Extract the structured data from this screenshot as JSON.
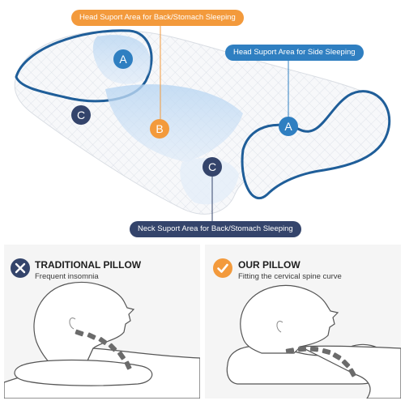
{
  "callouts": {
    "head_back": "Head Suport Area for Back/Stomach Sleeping",
    "head_side": "Head Suport Area for Side Sleeping",
    "neck": "Neck Suport Area for Back/Stomach Sleeping"
  },
  "zones": {
    "a_left": "A",
    "a_right": "A",
    "b": "B",
    "c_left": "C",
    "c_right": "C"
  },
  "traditional": {
    "title": "TRADITIONAL PILLOW",
    "subtitle": "Frequent insomnia",
    "icon": "x-icon"
  },
  "ours": {
    "title": "OUR PILLOW",
    "subtitle": "Fitting the cervical spine curve",
    "icon": "check-icon"
  },
  "colors": {
    "accent_orange": "#f39a3c",
    "accent_blue": "#2f7fc1",
    "navy": "#34446b",
    "pillow_trim": "#1f5e99",
    "panel_bg": "#f5f5f5",
    "vertebra": "#6b6b6b"
  }
}
